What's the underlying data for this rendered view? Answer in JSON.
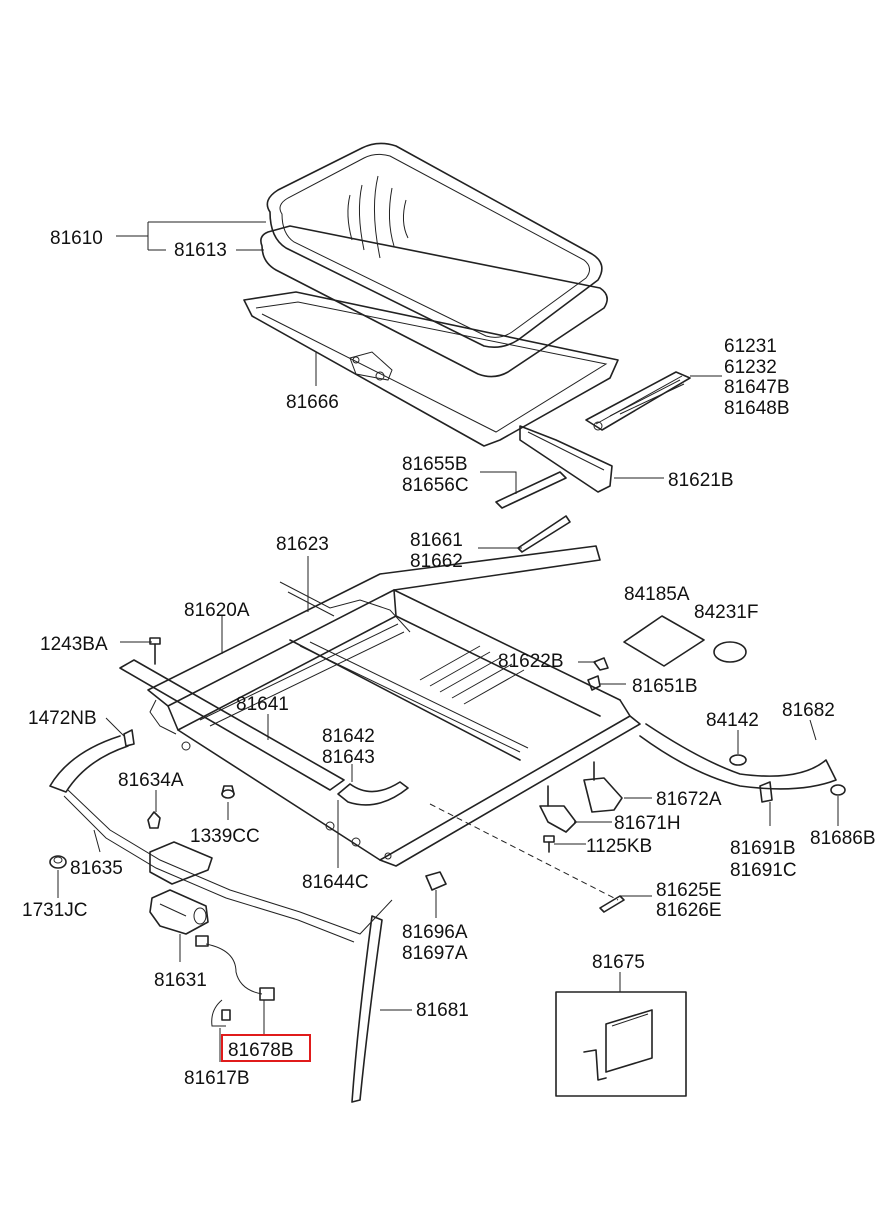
{
  "labels": {
    "l81610": "81610",
    "l81613": "81613",
    "l81666": "81666",
    "l61231": "61231",
    "l61232": "61232",
    "l81647B": "81647B",
    "l81648B": "81648B",
    "l81655B": "81655B",
    "l81656C": "81656C",
    "l81621B": "81621B",
    "l81623": "81623",
    "l81661": "81661",
    "l81662": "81662",
    "l81620A": "81620A",
    "l84185A": "84185A",
    "l84231F": "84231F",
    "l1243BA": "1243BA",
    "l81622B": "81622B",
    "l81651B": "81651B",
    "l81641": "81641",
    "l1472NB": "1472NB",
    "l81642": "81642",
    "l81643": "81643",
    "l84142": "84142",
    "l81682": "81682",
    "l81634A": "81634A",
    "l81672A": "81672A",
    "l1339CC": "1339CC",
    "l81671H": "81671H",
    "l81691B": "81691B",
    "l81686B": "81686B",
    "l1125KB": "1125KB",
    "l81691C": "81691C",
    "l81635": "81635",
    "l81644C": "81644C",
    "l81625E": "81625E",
    "l81626E": "81626E",
    "l1731JC": "1731JC",
    "l81696A": "81696A",
    "l81697A": "81697A",
    "l81675": "81675",
    "l81631": "81631",
    "l81681": "81681",
    "l81678B": "81678B",
    "l81617B": "81617B"
  },
  "highlight": {
    "part": "81678B",
    "color": "#e01b1b"
  }
}
